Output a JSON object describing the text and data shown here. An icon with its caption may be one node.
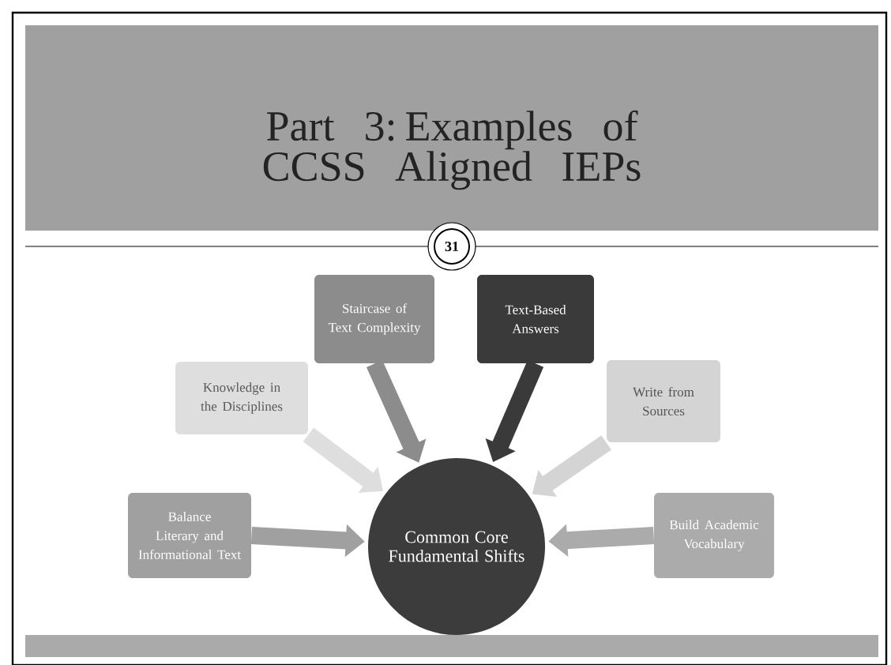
{
  "diagram": {
    "title": "Part 3: Examples of CCSS Aligned IEPs",
    "nodes": [
      {
        "text": [
          "Staircase of Text Complexity"
        ]
      },
      {
        "text": [
          "Text-Based Answers"
        ]
      },
      {
        "text": [
          "Knowledge in the Disciplines"
        ]
      },
      {
        "text": [
          "Write from Sources"
        ]
      },
      {
        "text": [
          "Balance Literary and Informational Text"
        ]
      },
      {
        "text": [
          "Build Academic Vocabulary"
        ]
      },
      {
        "text": [
          "Common Core Fundamental Shifts"
        ]
      }
    ],
    "edges": [
      {
        "from": 0,
        "to": 6,
        "arrow": "to",
        "color": "#8c8c8c"
      },
      {
        "from": 1,
        "to": 6,
        "arrow": "to",
        "color": "#3a3a3a"
      },
      {
        "from": 2,
        "to": 6,
        "arrow": "to",
        "color": "#dedede"
      },
      {
        "from": 3,
        "to": 6,
        "arrow": "to",
        "color": "#d4d4d4"
      },
      {
        "from": 4,
        "to": 6,
        "arrow": "to",
        "color": "#a0a0a0"
      },
      {
        "from": 5,
        "to": 6,
        "arrow": "to",
        "color": "#ababab"
      }
    ],
    "labels": [
      "31"
    ]
  }
}
